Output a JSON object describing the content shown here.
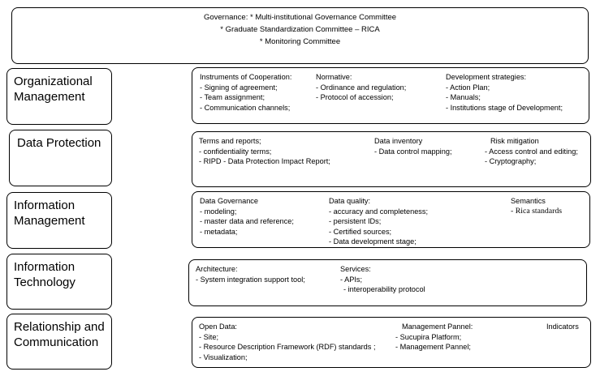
{
  "governance": {
    "lines": [
      "Governance: * Multi-institutional Governance Committee",
      "* Graduate Standardization Committee – RICA",
      "* Monitoring Committee"
    ]
  },
  "rows": [
    {
      "label": "Organizational Management",
      "columns": [
        {
          "title": "Instruments of Cooperation:",
          "items": [
            "- Signing of agreement;",
            "- Team assignment;",
            "- Communication channels;"
          ]
        },
        {
          "title": "Normative:",
          "items": [
            "- Ordinance and regulation;",
            "- Protocol of accession;"
          ]
        },
        {
          "title": "Development strategies:",
          "items": [
            "- Action Plan;",
            "- Manuals;",
            "- Institutions stage of Development;"
          ]
        }
      ]
    },
    {
      "label": "Data Protection",
      "columns": [
        {
          "title": "Terms and reports;",
          "items": [
            "- confidentiality terms;",
            "- RIPD - Data Protection Impact Report;"
          ]
        },
        {
          "title": "Data inventory",
          "items": [
            "- Data control mapping;"
          ]
        },
        {
          "title": "Risk mitigation",
          "items": [
            "- Access control and editing;",
            "- Cryptography;"
          ]
        }
      ]
    },
    {
      "label": "Information Management",
      "columns": [
        {
          "title": "Data Governance",
          "items": [
            "- modeling;",
            "- master data and reference;",
            "- metadata;"
          ]
        },
        {
          "title": "Data quality:",
          "items": [
            "- accuracy and completeness;",
            "- persistent IDs;",
            "- Certified sources;",
            "- Data development stage;"
          ]
        },
        {
          "title": "Semantics",
          "items": [
            "- Rica standards"
          ]
        }
      ]
    },
    {
      "label": "Information Technology",
      "columns": [
        {
          "title": "Architecture:",
          "items": [
            "- System integration support tool;"
          ]
        },
        {
          "title": "Services:",
          "items": [
            "- APIs;",
            "- interoperability protocol"
          ]
        }
      ]
    },
    {
      "label": "Relationship and Communication",
      "columns": [
        {
          "title": "Open Data:",
          "items": [
            "- Site;",
            "- Resource Description Framework (RDF) standards ;",
            "- Visualization;"
          ]
        },
        {
          "title": "Management Pannel:",
          "items": [
            "- Sucupira Platform;",
            "- Management Pannel;"
          ]
        },
        {
          "title": "Indicators",
          "items": []
        }
      ]
    }
  ]
}
